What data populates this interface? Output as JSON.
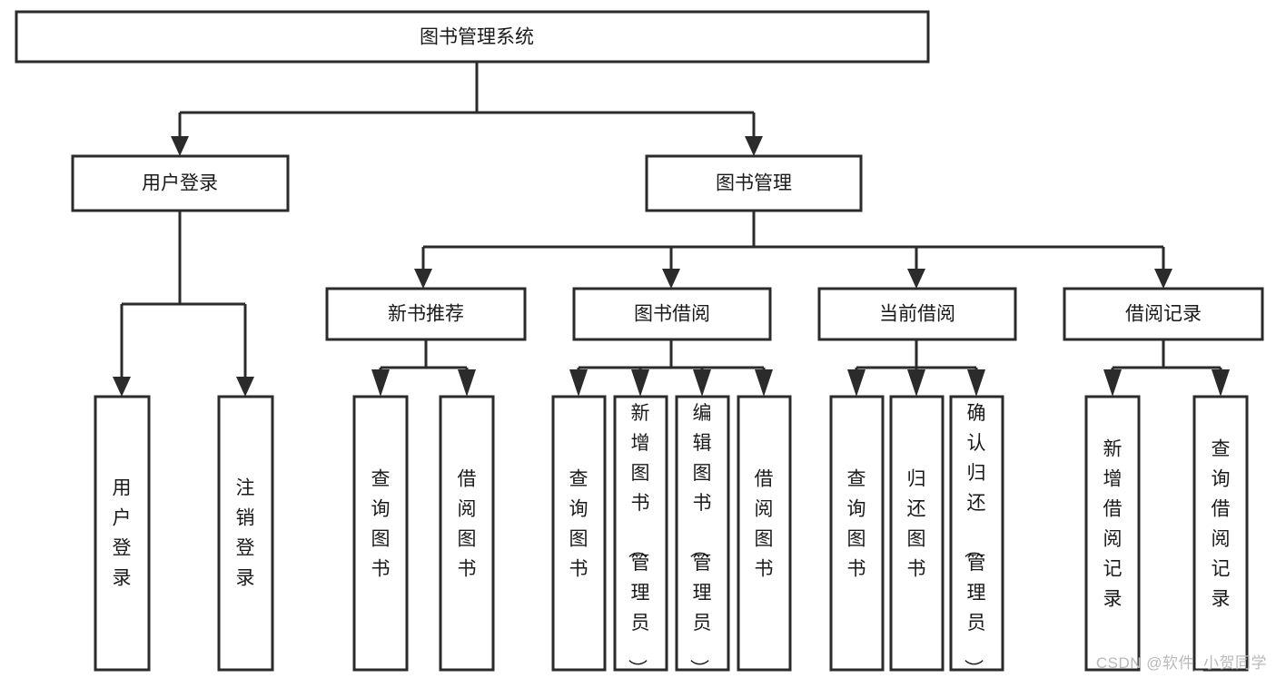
{
  "diagram": {
    "type": "tree",
    "title": "图书管理系统",
    "orientation": "top-down",
    "colors": {
      "box_stroke": "#2b2b2b",
      "box_fill": "#ffffff",
      "connector": "#2b2b2b",
      "text": "#1a1a1a",
      "watermark": "#b9b9b9",
      "background": "#ffffff"
    },
    "root": {
      "label": "图书管理系统"
    },
    "level2": [
      {
        "label": "用户登录"
      },
      {
        "label": "图书管理"
      }
    ],
    "level3": [
      {
        "label": "新书推荐"
      },
      {
        "label": "图书借阅"
      },
      {
        "label": "当前借阅"
      },
      {
        "label": "借阅记录"
      }
    ],
    "leaves": {
      "user_login": [
        {
          "label": "用户登录"
        },
        {
          "label": "注销登录"
        }
      ],
      "new_book_recommend": [
        {
          "label": "查询图书"
        },
        {
          "label": "借阅图书"
        }
      ],
      "book_borrow": [
        {
          "label": "查询图书"
        },
        {
          "label": "新增图书（管理员）"
        },
        {
          "label": "编辑图书（管理员）"
        },
        {
          "label": "借阅图书"
        }
      ],
      "current_borrow": [
        {
          "label": "查询图书"
        },
        {
          "label": "归还图书"
        },
        {
          "label": "确认归还（管理员）"
        }
      ],
      "borrow_records": [
        {
          "label": "新增借阅记录"
        },
        {
          "label": "查询借阅记录"
        }
      ]
    }
  },
  "watermark": {
    "text": "CSDN @软件_小贺同学"
  }
}
